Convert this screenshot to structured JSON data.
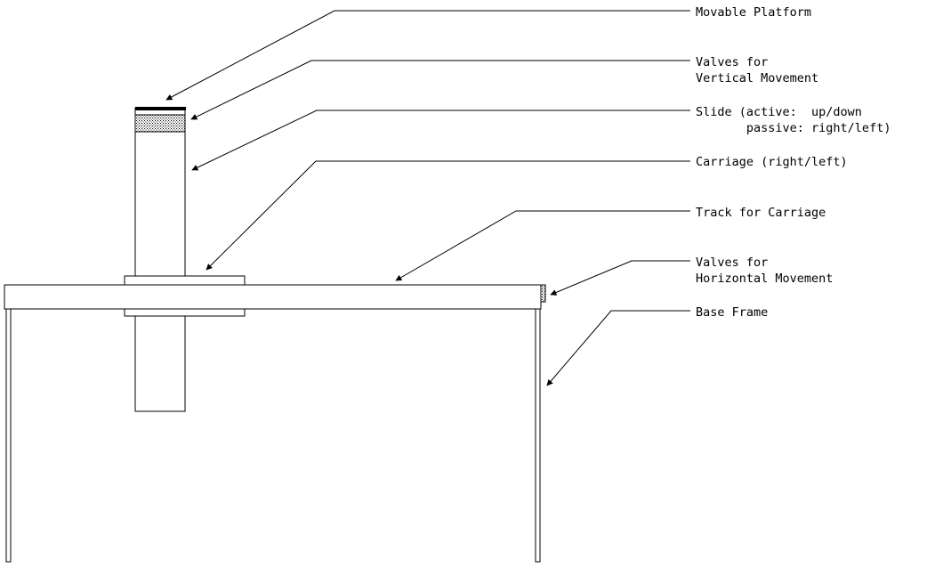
{
  "labels": {
    "movable_platform": "Movable Platform",
    "valves_vertical_line1": "Valves for",
    "valves_vertical_line2": "Vertical Movement",
    "slide_line1": "Slide (active:  up/down",
    "slide_line2": "       passive: right/left)",
    "carriage": "Carriage (right/left)",
    "track": "Track for Carriage",
    "valves_horizontal_line1": "Valves for",
    "valves_horizontal_line2": "Horizontal Movement",
    "base_frame": "Base Frame"
  },
  "colors": {
    "stroke": "#000000",
    "background": "#ffffff",
    "valve_fill": "#c8c8c8"
  }
}
